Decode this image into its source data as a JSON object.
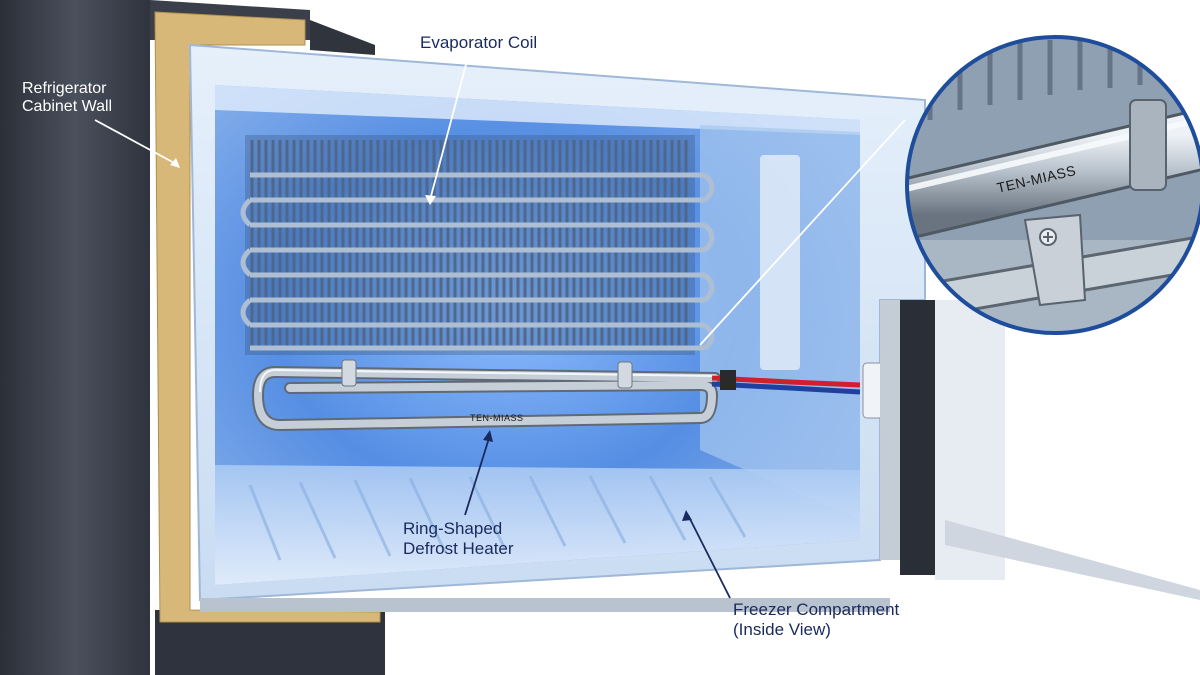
{
  "labels": {
    "wall_line1": "Refrigerator",
    "wall_line2": "Cabinet Wall",
    "evaporator": "Evaporator Coil",
    "heater_line1": "Ring-Shaped",
    "heater_line2": "Defrost Heater",
    "freezer_line1": "Freezer Compartment",
    "freezer_line2": "(Inside View)"
  },
  "heater_marking": "TEN-MIASS",
  "zoom_marking": "TEN-MIASS",
  "colors": {
    "cabinet_steel": "#3a3f4a",
    "insulation": "#d8b878",
    "liner": "#cfe0f4",
    "coil": "#7f93aa",
    "heater": "#9aa4b0",
    "label_text": "#1a2a5e",
    "zoom_border": "#1e4d9c",
    "wire_red": "#d0202a",
    "wire_blue": "#2040a0"
  }
}
